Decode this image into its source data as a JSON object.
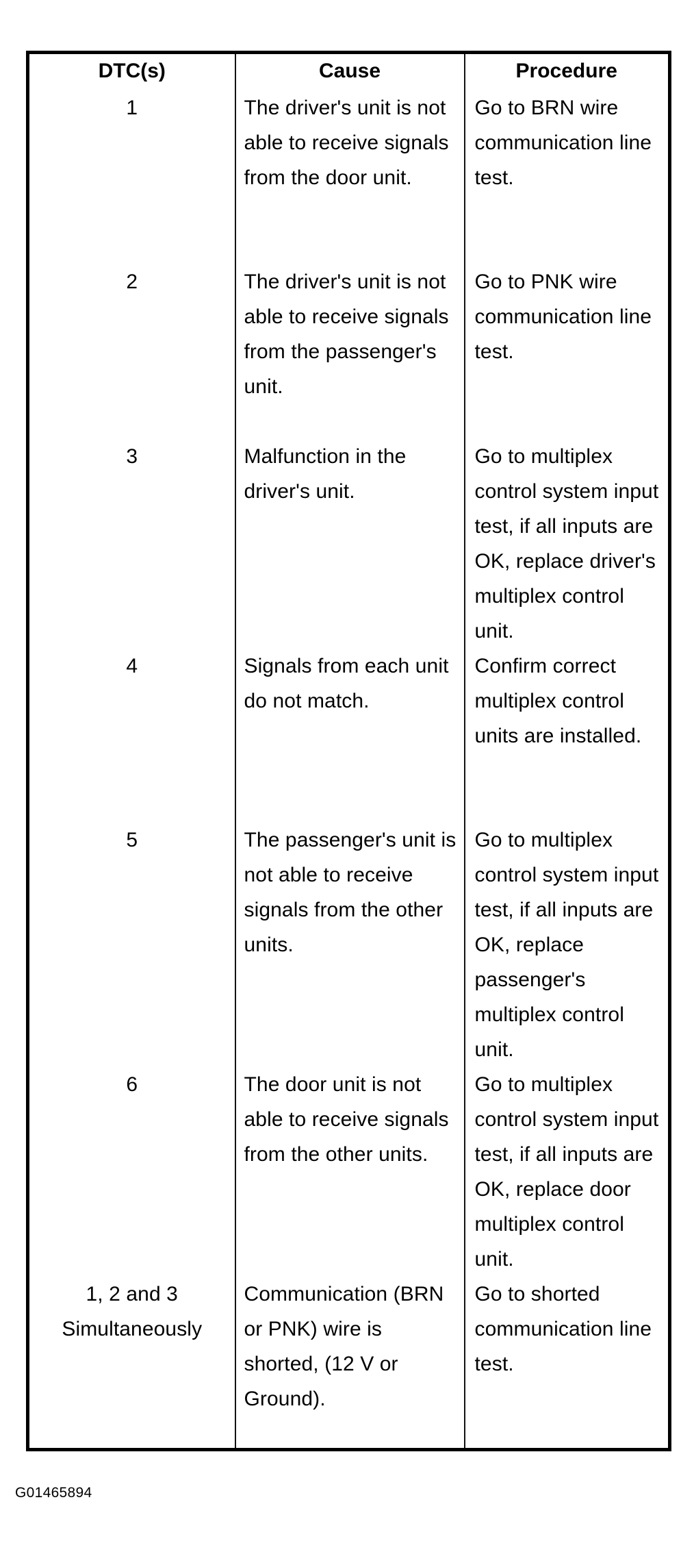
{
  "figure": {
    "caption": "G01465894"
  },
  "table": {
    "headers": {
      "dtc": "DTC(s)",
      "cause": "Cause",
      "procedure": "Procedure"
    },
    "rows": [
      {
        "dtc": "1",
        "cause": "The driver's unit is not able to receive signals from the door unit.",
        "procedure": "Go to BRN wire communication line test."
      },
      {
        "dtc": "2",
        "cause": "The driver's unit is not able to receive signals from the passenger's unit.",
        "procedure": "Go to PNK wire communication line test."
      },
      {
        "dtc": "3",
        "cause": "Malfunction in the driver's unit.",
        "procedure": "Go to multiplex control system input test, if all inputs are OK, replace driver's multiplex control unit."
      },
      {
        "dtc": "4",
        "cause": "Signals from each unit do not match.",
        "procedure": "Confirm correct multiplex control units are installed."
      },
      {
        "dtc": "5",
        "cause": "The passenger's unit is not able to receive signals from the other units.",
        "procedure": "Go to multiplex control system input test, if all inputs are OK, replace passenger's multiplex control unit."
      },
      {
        "dtc": "6",
        "cause": "The door unit is not able to receive signals from the other units.",
        "procedure": "Go to multiplex control system input test, if all inputs are OK, replace door multiplex control unit."
      },
      {
        "dtc": "1, 2 and 3\nSimultaneously",
        "cause": "Communication (BRN or PNK) wire is shorted, (12 V or Ground).",
        "procedure": "Go to shorted communication line test."
      }
    ]
  }
}
